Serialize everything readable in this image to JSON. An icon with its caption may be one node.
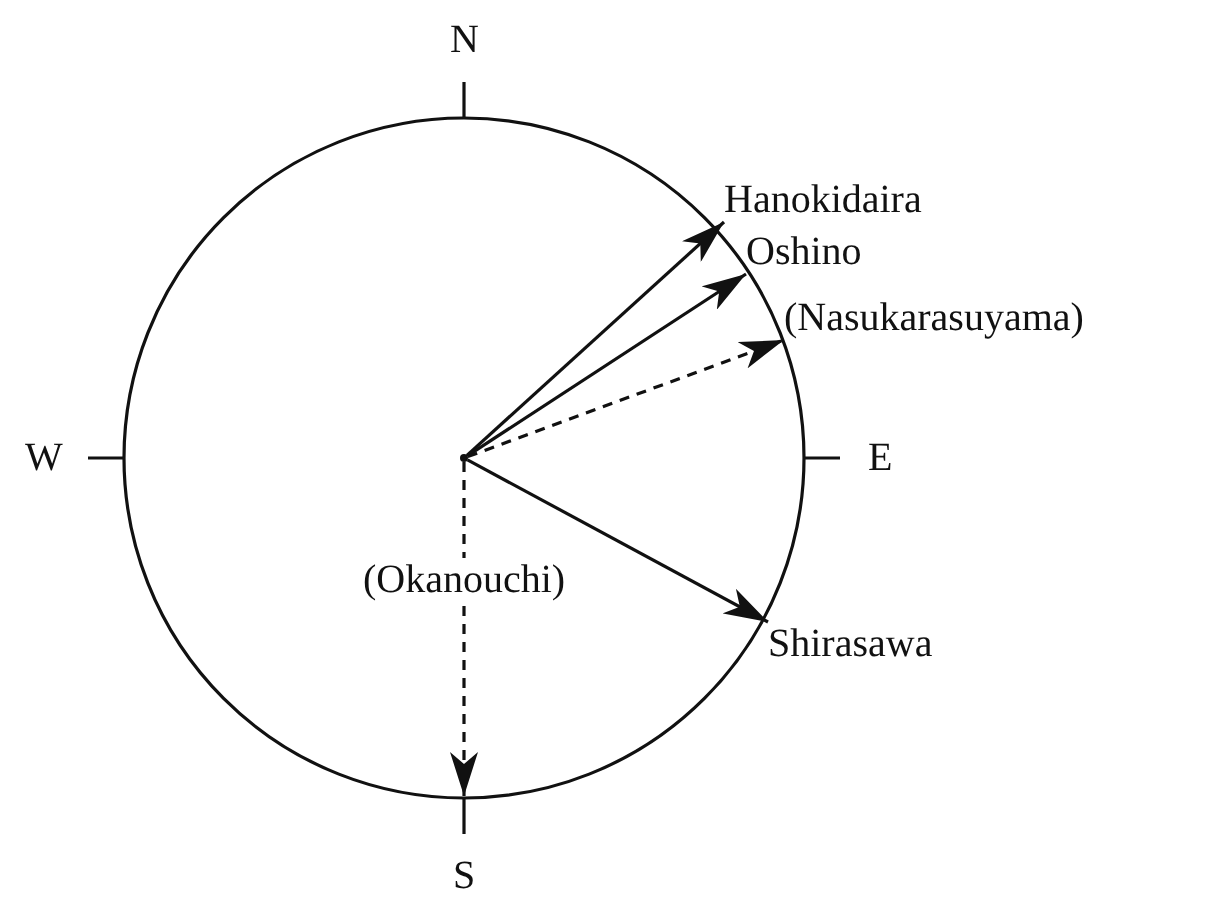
{
  "diagram": {
    "nodes": [
      {
        "text": [],
        "shape": "point"
      },
      {
        "text": [
          "Hanokidaira"
        ]
      },
      {
        "text": [
          "Oshino"
        ]
      },
      {
        "text": [
          "(Nasukarasuyama)"
        ]
      },
      {
        "text": [
          "Shirasawa"
        ]
      }
    ],
    "edges": [
      {
        "from": 0,
        "to": 1,
        "arrow": "to"
      },
      {
        "from": 0,
        "to": 2,
        "arrow": "to"
      },
      {
        "from": 0,
        "to": 3,
        "arrow": "to",
        "style": "dashed"
      },
      {
        "from": 0,
        "to": 4,
        "arrow": "to"
      },
      {
        "from": 0,
        "to": null,
        "arrow": "to",
        "style": "dashed",
        "label": "(Okanouchi)"
      }
    ],
    "labels": [
      "N",
      "W",
      "E",
      "S"
    ]
  }
}
